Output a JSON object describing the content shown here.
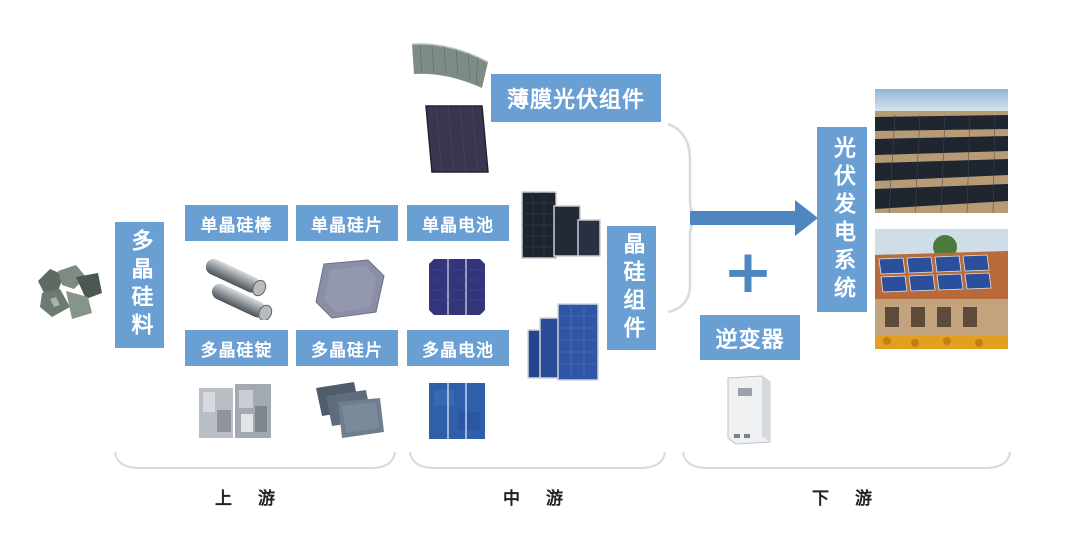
{
  "nodes": {
    "polysilicon": "多晶硅料",
    "mono_rod": "单晶硅棒",
    "mono_wafer": "单晶硅片",
    "mono_cell": "单晶电池",
    "multi_ingot": "多晶硅锭",
    "multi_wafer": "多晶硅片",
    "multi_cell": "多晶电池",
    "thin_film": "薄膜光伏组件",
    "crystal_module": "晶硅组件",
    "inverter": "逆变器",
    "pv_system": "光伏发电系统"
  },
  "sections": {
    "upstream": "上 游",
    "midstream": "中 游",
    "downstream": "下 游"
  },
  "plus_sign": "+",
  "colors": {
    "box": "#6a9fd4",
    "arrow": "#4f86c0",
    "bracket": "#d5dbe3"
  },
  "icons": [
    "raw-silicon-icon",
    "silicon-rod-icon",
    "mono-wafer-icon",
    "mono-cell-icon",
    "ingot-icon",
    "multi-wafer-icon",
    "multi-cell-icon",
    "flexible-film-icon",
    "thin-film-panel-icon",
    "mono-module-icon",
    "multi-module-icon",
    "inverter-icon",
    "solar-farm-icon",
    "rooftop-solar-icon"
  ]
}
